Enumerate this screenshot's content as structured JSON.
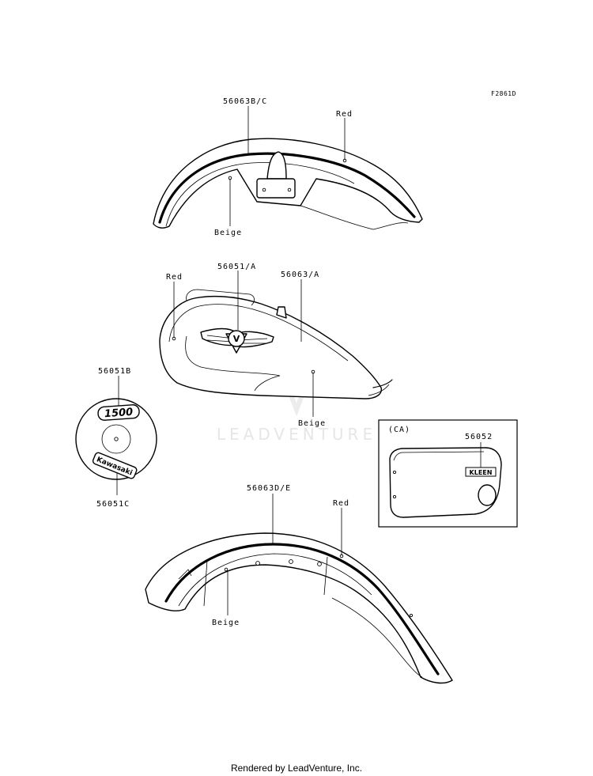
{
  "figure_code": "F2861D",
  "watermark": "LEADVENTURE",
  "footer": "Rendered by LeadVenture, Inc.",
  "inset": {
    "label": "(CA)"
  },
  "labels": {
    "front_fender_part": "56063B/C",
    "front_fender_red": "Red",
    "front_fender_beige": "Beige",
    "tank_red": "Red",
    "tank_emblem_part": "56051/A",
    "tank_stripe_part": "56063/A",
    "tank_beige": "Beige",
    "cover_top_part": "56051B",
    "cover_bottom_part": "56051C",
    "side_cover_part": "56052",
    "rear_fender_part": "56063D/E",
    "rear_fender_red": "Red",
    "rear_fender_beige": "Beige"
  },
  "emblems": {
    "displacement": "1500",
    "brand": "Kawasaki",
    "tank_v": "V",
    "side_badge": "KLEEN"
  }
}
